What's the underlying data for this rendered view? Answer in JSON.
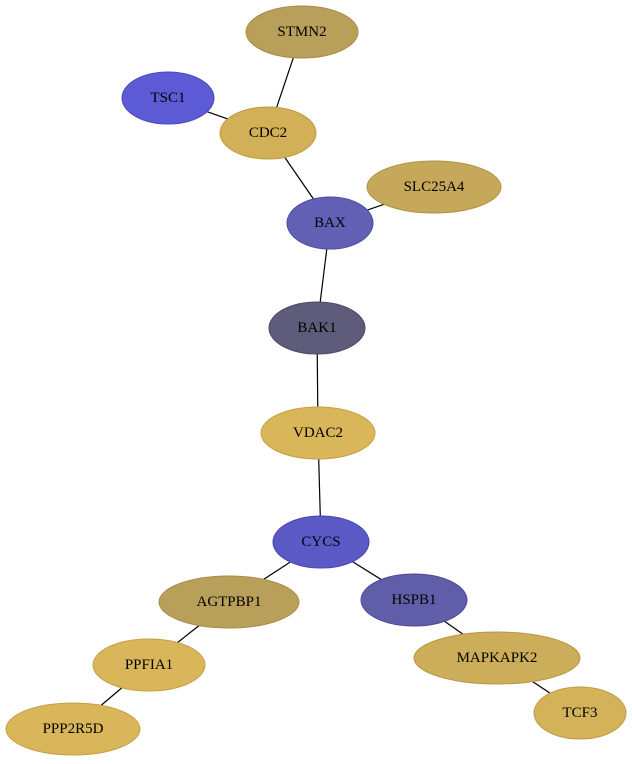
{
  "graph": {
    "nodes": [
      {
        "id": "STMN2",
        "label": "STMN2",
        "fill": "#b89f5a",
        "stroke": "#a68d45"
      },
      {
        "id": "TSC1",
        "label": "TSC1",
        "fill": "#5c5ad4",
        "stroke": "#4a48c0"
      },
      {
        "id": "CDC2",
        "label": "CDC2",
        "fill": "#d1b057",
        "stroke": "#bd9c40"
      },
      {
        "id": "SLC25A4",
        "label": "SLC25A4",
        "fill": "#c6a85a",
        "stroke": "#b09245"
      },
      {
        "id": "BAX",
        "label": "BAX",
        "fill": "#6260b4",
        "stroke": "#4e4ca0"
      },
      {
        "id": "BAK1",
        "label": "BAK1",
        "fill": "#5e5c7a",
        "stroke": "#4a4866"
      },
      {
        "id": "VDAC2",
        "label": "VDAC2",
        "fill": "#d9b659",
        "stroke": "#c4a042"
      },
      {
        "id": "CYCS",
        "label": "CYCS",
        "fill": "#5b59c6",
        "stroke": "#4745b2"
      },
      {
        "id": "AGTPBP1",
        "label": "AGTPBP1",
        "fill": "#b89f5a",
        "stroke": "#a68d45"
      },
      {
        "id": "HSPB1",
        "label": "HSPB1",
        "fill": "#605ea8",
        "stroke": "#4c4a94"
      },
      {
        "id": "PPFIA1",
        "label": "PPFIA1",
        "fill": "#d9b659",
        "stroke": "#c4a042"
      },
      {
        "id": "MAPKAPK2",
        "label": "MAPKAPK2",
        "fill": "#ccad5a",
        "stroke": "#b89745"
      },
      {
        "id": "PPP2R5D",
        "label": "PPP2R5D",
        "fill": "#d9b659",
        "stroke": "#c4a042"
      },
      {
        "id": "TCF3",
        "label": "TCF3",
        "fill": "#d4b25a",
        "stroke": "#bf9c44"
      }
    ],
    "edges": [
      [
        "STMN2",
        "CDC2"
      ],
      [
        "TSC1",
        "CDC2"
      ],
      [
        "CDC2",
        "BAX"
      ],
      [
        "SLC25A4",
        "BAX"
      ],
      [
        "BAX",
        "BAK1"
      ],
      [
        "BAK1",
        "VDAC2"
      ],
      [
        "VDAC2",
        "CYCS"
      ],
      [
        "CYCS",
        "AGTPBP1"
      ],
      [
        "CYCS",
        "HSPB1"
      ],
      [
        "AGTPBP1",
        "PPFIA1"
      ],
      [
        "PPFIA1",
        "PPP2R5D"
      ],
      [
        "HSPB1",
        "MAPKAPK2"
      ],
      [
        "MAPKAPK2",
        "TCF3"
      ]
    ]
  }
}
